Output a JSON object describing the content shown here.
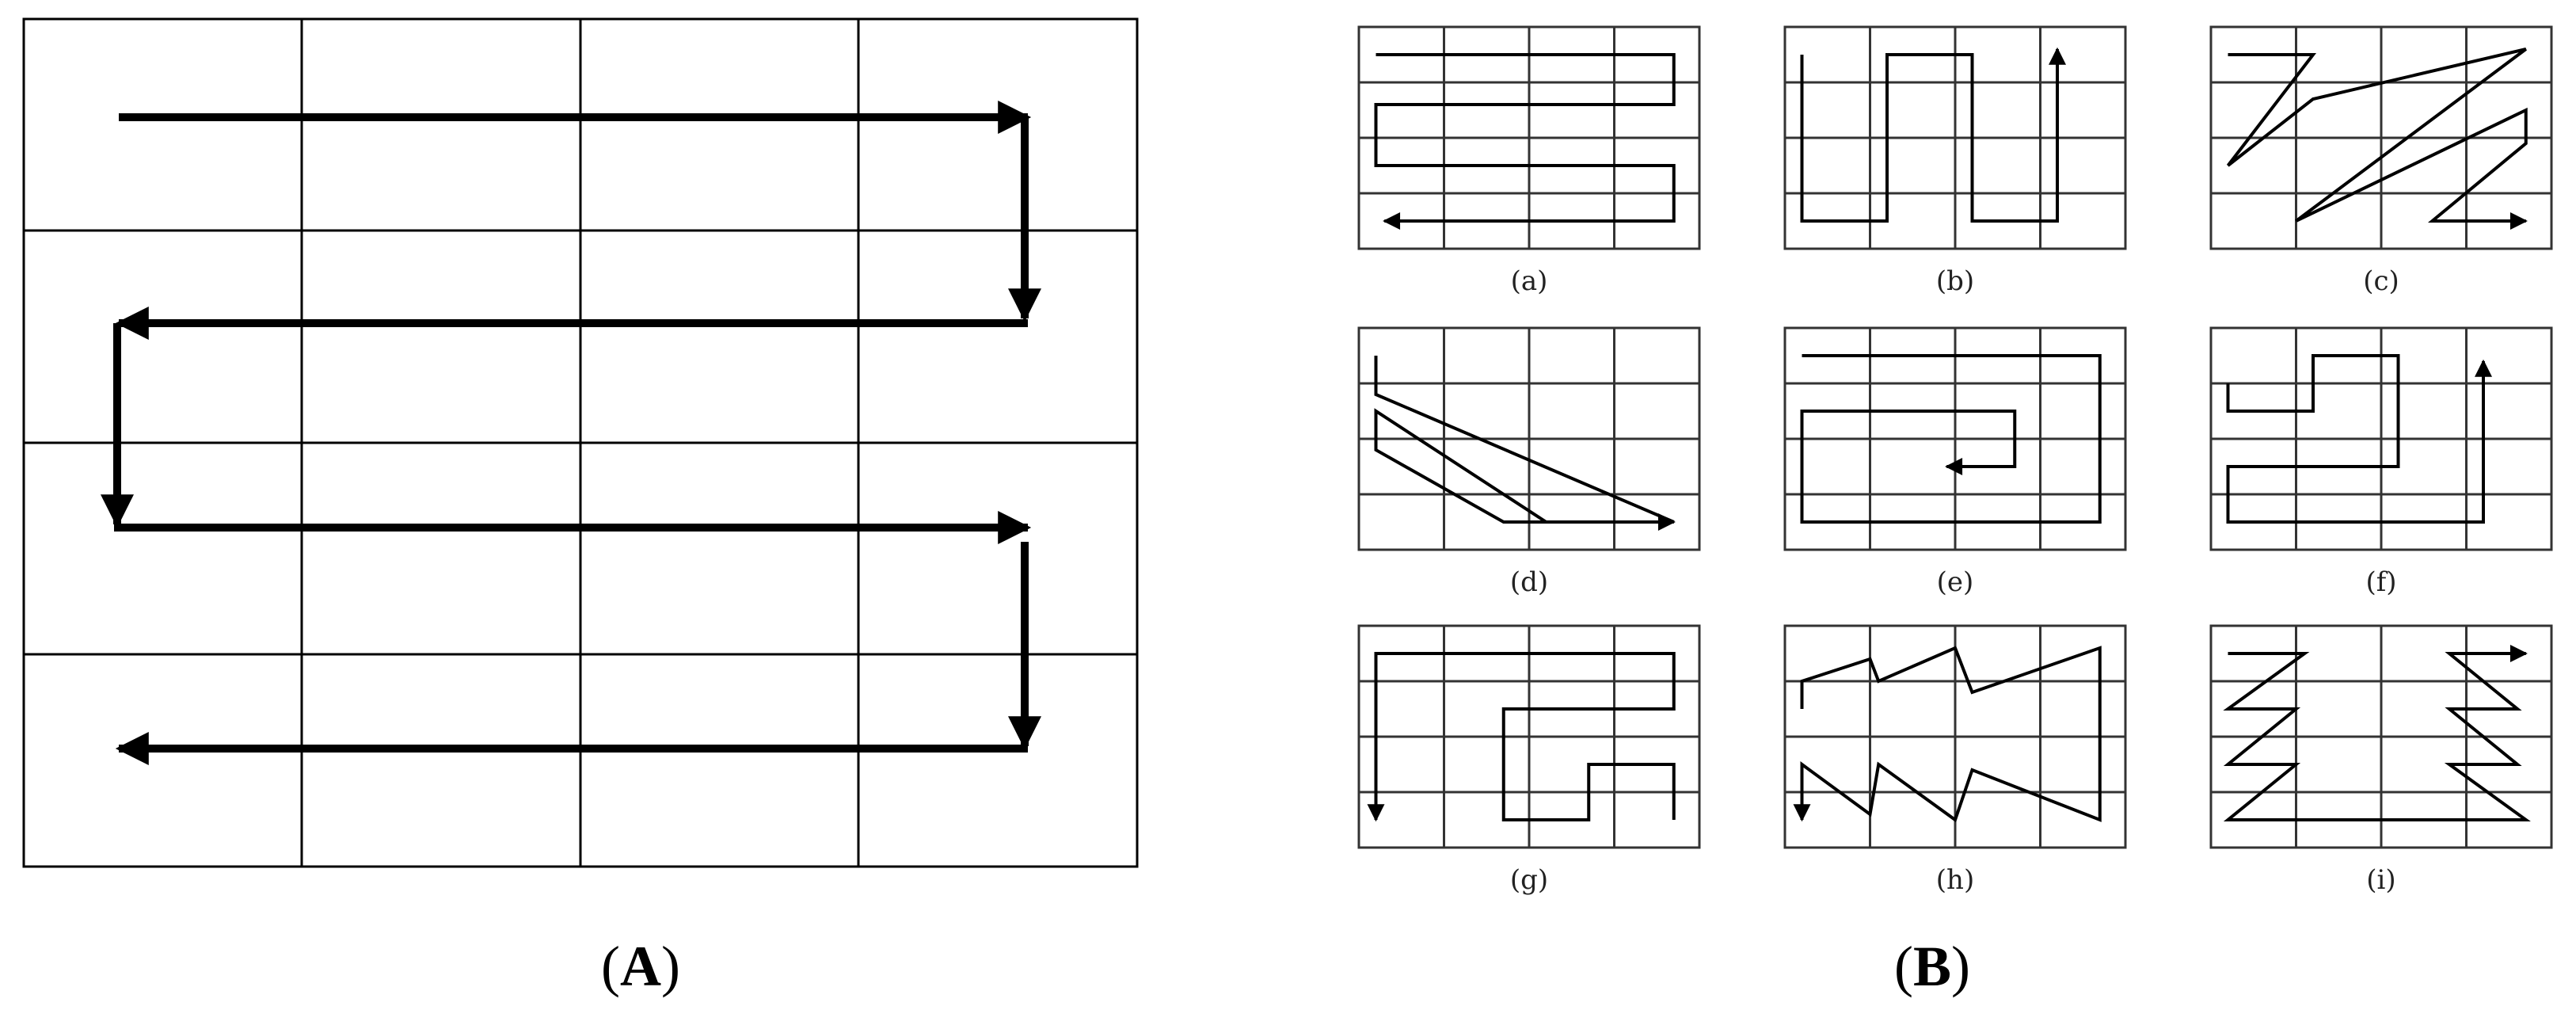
{
  "panel_a": {
    "label_open": "(",
    "label_letter": "A",
    "label_close": ")",
    "grid": {
      "rows": 4,
      "cols": 4
    },
    "path_description": "boustrophedon raster: rows alternate left-to-right and right-to-left"
  },
  "panel_b": {
    "label_open": "(",
    "label_letter": "B",
    "label_close": ")",
    "subfigures": [
      {
        "id": "a",
        "label": "(a)"
      },
      {
        "id": "b",
        "label": "(b)"
      },
      {
        "id": "c",
        "label": "(c)"
      },
      {
        "id": "d",
        "label": "(d)"
      },
      {
        "id": "e",
        "label": "(e)"
      },
      {
        "id": "f",
        "label": "(f)"
      },
      {
        "id": "g",
        "label": "(g)"
      },
      {
        "id": "h",
        "label": "(h)"
      },
      {
        "id": "i",
        "label": "(i)"
      }
    ]
  },
  "colors": {
    "line": "#000000",
    "grid": "#000000",
    "background": "#ffffff"
  }
}
